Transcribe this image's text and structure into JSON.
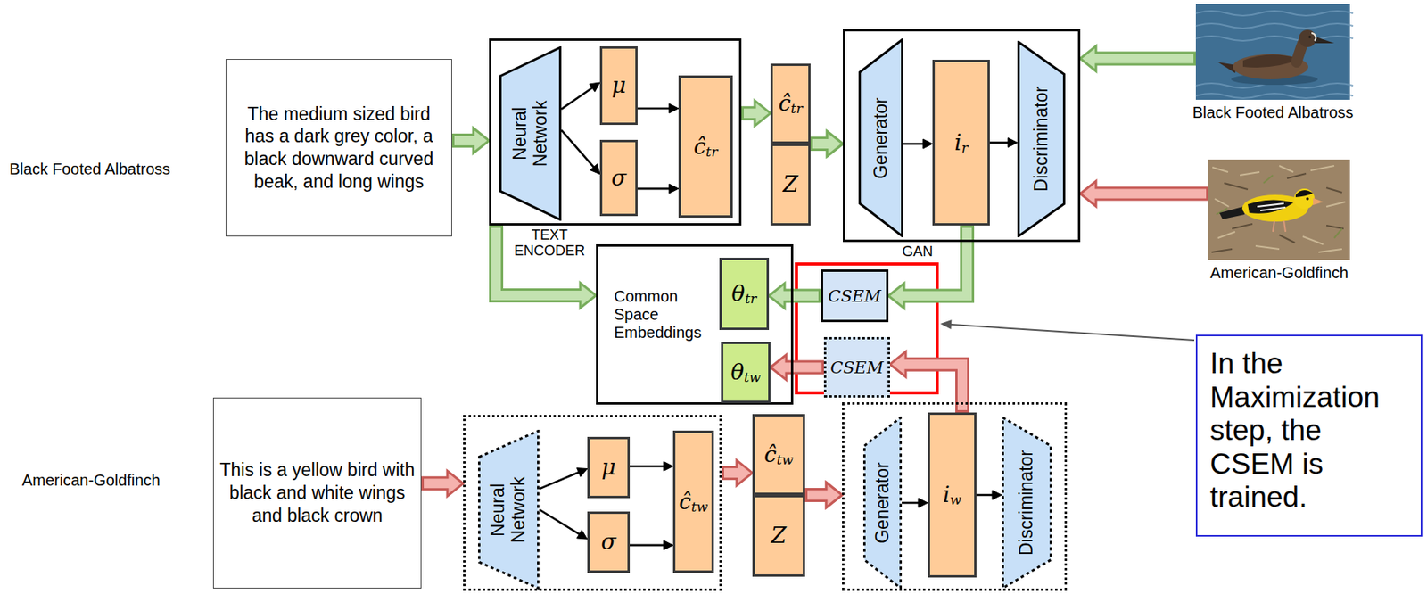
{
  "diagram": {
    "nodes": [
      {
        "text": [
          "The medium sized bird has a dark grey color, a black downward curved beak, and long wings"
        ]
      },
      {
        "text": [
          "TEXT ENCODER"
        ]
      },
      {
        "text": [
          "Neural Network"
        ],
        "in": 1
      },
      {
        "text": [
          "μ"
        ],
        "in": 1
      },
      {
        "text": [
          "σ"
        ],
        "in": 1
      },
      {
        "text": [
          "ĉtr"
        ],
        "in": 1
      },
      {
        "text": [
          "ĉtr"
        ]
      },
      {
        "text": [
          "Z"
        ]
      },
      {
        "text": [
          "GAN"
        ]
      },
      {
        "text": [
          "Generator"
        ],
        "in": 8
      },
      {
        "text": [
          "ir"
        ],
        "in": 8
      },
      {
        "text": [
          "Discriminator"
        ],
        "in": 8
      },
      {
        "text": [
          "Black Footed Albatross"
        ]
      },
      {
        "text": [
          "American-Goldfinch"
        ]
      },
      {
        "text": [
          "Common Space Embeddings"
        ]
      },
      {
        "text": [
          "θtr"
        ],
        "in": 14
      },
      {
        "text": [
          "θtw"
        ],
        "in": 14
      },
      {
        "text": [
          "CSEM"
        ]
      },
      {
        "text": [
          "CSEM"
        ]
      },
      {
        "text": [
          "In the Maximization step, the CSEM is trained."
        ]
      },
      {
        "text": [
          "This is a yellow bird with black and white wings and black crown"
        ]
      },
      {
        "text": []
      },
      {
        "text": [
          "Neural Network"
        ],
        "in": 21
      },
      {
        "text": [
          "μ"
        ],
        "in": 21
      },
      {
        "text": [
          "σ"
        ],
        "in": 21
      },
      {
        "text": [
          "ĉtw"
        ],
        "in": 21
      },
      {
        "text": [
          "ĉtw"
        ]
      },
      {
        "text": [
          "Z"
        ]
      },
      {
        "text": []
      },
      {
        "text": [
          "Generator"
        ],
        "in": 28
      },
      {
        "text": [
          "iw"
        ],
        "in": 28
      },
      {
        "text": [
          "Discriminator"
        ],
        "in": 28
      }
    ],
    "edges": [
      {
        "from": 0,
        "to": 1,
        "arrow": "to"
      },
      {
        "from": 2,
        "to": 3,
        "arrow": "to"
      },
      {
        "from": 2,
        "to": 4,
        "arrow": "to"
      },
      {
        "from": 3,
        "to": 5,
        "arrow": "to"
      },
      {
        "from": 4,
        "to": 5,
        "arrow": "to"
      },
      {
        "from": 1,
        "to": 6,
        "arrow": "to"
      },
      {
        "from": 6,
        "to": 8,
        "arrow": "to"
      },
      {
        "from": 7,
        "to": 8,
        "arrow": "to"
      },
      {
        "from": 9,
        "to": 10,
        "arrow": "to"
      },
      {
        "from": 10,
        "to": 11,
        "arrow": "to"
      },
      {
        "from": 12,
        "to": 8,
        "arrow": "to"
      },
      {
        "from": 13,
        "to": 8,
        "arrow": "to"
      },
      {
        "from": 1,
        "to": 14,
        "arrow": "to"
      },
      {
        "from": 10,
        "to": 17,
        "arrow": "to"
      },
      {
        "from": 17,
        "to": 15,
        "arrow": "to"
      },
      {
        "from": 20,
        "to": 21,
        "arrow": "to"
      },
      {
        "from": 22,
        "to": 23,
        "arrow": "to"
      },
      {
        "from": 22,
        "to": 24,
        "arrow": "to"
      },
      {
        "from": 23,
        "to": 25,
        "arrow": "to"
      },
      {
        "from": 24,
        "to": 25,
        "arrow": "to"
      },
      {
        "from": 21,
        "to": 26,
        "arrow": "to"
      },
      {
        "from": 26,
        "to": 28,
        "arrow": "to"
      },
      {
        "from": 27,
        "to": 28,
        "arrow": "to"
      },
      {
        "from": 29,
        "to": 30,
        "arrow": "to"
      },
      {
        "from": 30,
        "to": 31,
        "arrow": "to"
      },
      {
        "from": 30,
        "to": 18,
        "arrow": "to"
      },
      {
        "from": 18,
        "to": 16,
        "arrow": "to"
      }
    ],
    "labels": [
      "Black Footed Albatross",
      "American-Goldfinch"
    ]
  }
}
